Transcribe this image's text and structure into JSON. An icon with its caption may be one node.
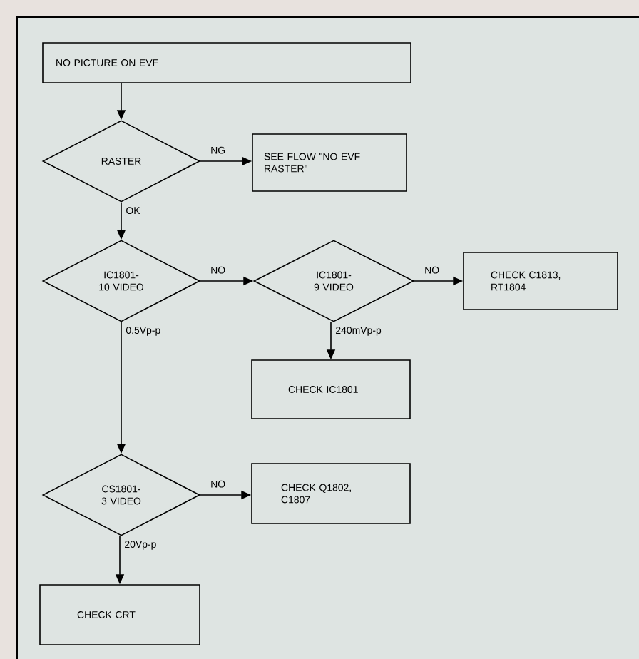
{
  "diagram": {
    "nodes": [
      {
        "text": [
          "NO PICTURE ON EVF"
        ]
      },
      {
        "text": [
          "RASTER"
        ]
      },
      {
        "text": [
          "SEE FLOW \"NO EVF RASTER\""
        ]
      },
      {
        "text": [
          "IC1801-10 VIDEO"
        ]
      },
      {
        "text": [
          "IC1801-9 VIDEO"
        ]
      },
      {
        "text": [
          "CHECK C1813, RT1804"
        ]
      },
      {
        "text": [
          "CHECK IC1801"
        ]
      },
      {
        "text": [
          "CS1801-3 VIDEO"
        ]
      },
      {
        "text": [
          "CHECK Q1802, C1807"
        ]
      },
      {
        "text": [
          "CHECK CRT"
        ]
      }
    ],
    "edges": [
      {
        "from": 0,
        "to": 1,
        "arrow": "to"
      },
      {
        "from": 1,
        "to": 2,
        "arrow": "to",
        "label": "NG"
      },
      {
        "from": 1,
        "to": 3,
        "arrow": "to",
        "label": "OK"
      },
      {
        "from": 3,
        "to": 4,
        "arrow": "to",
        "label": "NO"
      },
      {
        "from": 4,
        "to": 5,
        "arrow": "to",
        "label": "NO"
      },
      {
        "from": 4,
        "to": 6,
        "arrow": "to",
        "label": "240mVp-p"
      },
      {
        "from": 3,
        "to": 7,
        "arrow": "to",
        "label": "0.5Vp-p"
      },
      {
        "from": 7,
        "to": 8,
        "arrow": "to",
        "label": "NO"
      },
      {
        "from": 7,
        "to": 9,
        "arrow": "to",
        "label": "20Vp-p"
      }
    ]
  }
}
